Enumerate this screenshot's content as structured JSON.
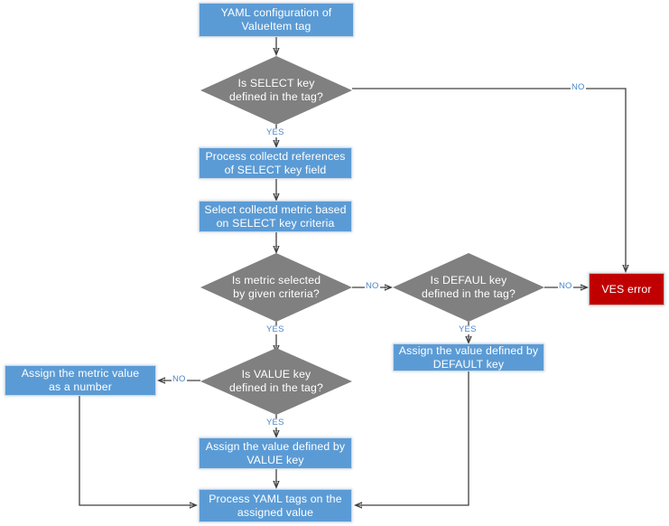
{
  "diagram": {
    "title": "YAML ValueItem tag processing flowchart",
    "colors": {
      "process_fill": "#5B9BD5",
      "decision_fill": "#808080",
      "error_fill": "#C00000",
      "edge_label": "#4a86c8",
      "connector": "#404040",
      "background": "#ffffff"
    },
    "nodes": {
      "start": {
        "label": "YAML configuration of\nValueItem tag",
        "type": "process"
      },
      "select_decision": {
        "label": "Is SELECT key\ndefined in the tag?",
        "type": "decision"
      },
      "process_refs": {
        "label": "Process collectd references\nof SELECT key field",
        "type": "process"
      },
      "select_metric": {
        "label": "Select collectd metric based\non SELECT key criteria",
        "type": "process"
      },
      "metric_decision": {
        "label": "Is metric selected\nby given criteria?",
        "type": "decision"
      },
      "default_decision": {
        "label": "Is DEFAUL key\ndefined in the tag?",
        "type": "decision"
      },
      "ves_error": {
        "label": "VES error",
        "type": "error"
      },
      "assign_default": {
        "label": "Assign the value defined by\nDEFAULT key",
        "type": "process"
      },
      "value_decision": {
        "label": "Is VALUE key\ndefined in the tag?",
        "type": "decision"
      },
      "assign_number": {
        "label": "Assign the metric value\nas a number",
        "type": "process"
      },
      "assign_value": {
        "label": "Assign the value defined by\nVALUE key",
        "type": "process"
      },
      "process_tags": {
        "label": "Process YAML tags on the\nassigned value",
        "type": "process"
      }
    },
    "edge_labels": {
      "select_no": "NO",
      "select_yes": "YES",
      "metric_no": "NO",
      "metric_yes": "YES",
      "default_no": "NO",
      "default_yes": "YES",
      "value_no": "NO",
      "value_yes": "YES"
    }
  }
}
